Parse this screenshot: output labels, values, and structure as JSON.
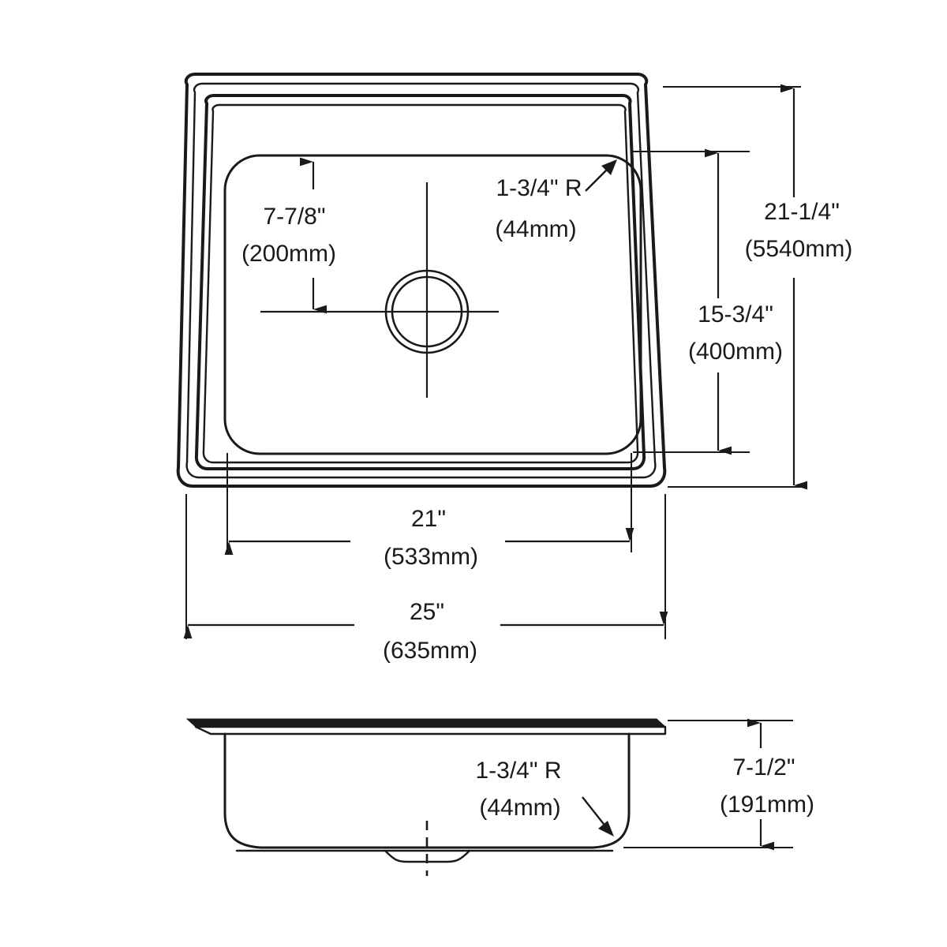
{
  "drawing": {
    "title": "Sink Dimensional Drawing",
    "views": {
      "top": {
        "name": "top-view",
        "dimensions": {
          "drain_offset_from_top": {
            "imperial": "7-7/8\"",
            "metric": "(200mm)"
          },
          "bowl_corner_radius": {
            "imperial": "1-3/4\" R",
            "metric": "(44mm)"
          },
          "overall_height": {
            "imperial": "21-1/4\"",
            "metric": "(5540mm)"
          },
          "bowl_height": {
            "imperial": "15-3/4\"",
            "metric": "(400mm)"
          },
          "bowl_width": {
            "imperial": "21\"",
            "metric": "(533mm)"
          },
          "overall_width": {
            "imperial": "25\"",
            "metric": "(635mm)"
          }
        }
      },
      "section": {
        "name": "section-view",
        "dimensions": {
          "bottom_corner_radius": {
            "imperial": "1-3/4\" R",
            "metric": "(44mm)"
          },
          "bowl_depth": {
            "imperial": "7-1/2\"",
            "metric": "(191mm)"
          }
        }
      }
    },
    "colors": {
      "line": "#1a1a1a",
      "background": "#ffffff"
    }
  }
}
